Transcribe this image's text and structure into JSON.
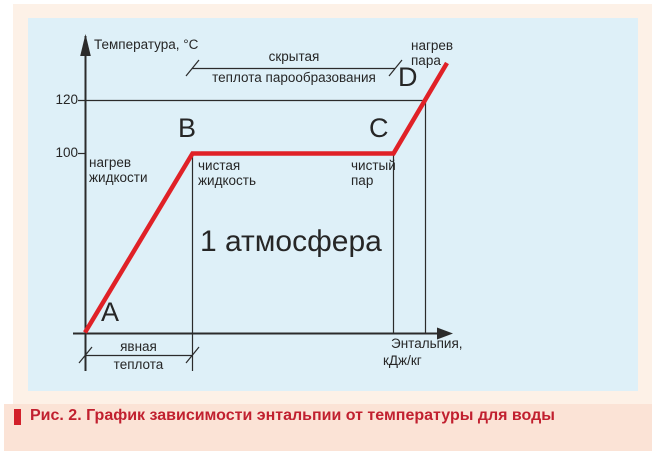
{
  "figure": {
    "caption": "Рис. 2. График зависимости энтальпии от температуры для воды"
  },
  "axes": {
    "y_title": "Температура, °С",
    "x_title_line1": "Энтальпия,",
    "x_title_line2": "кДж/кг",
    "tick_120": "120",
    "tick_100": "100"
  },
  "points": {
    "a": "A",
    "b": "B",
    "c": "C",
    "d": "D"
  },
  "labels": {
    "region": "1 атмосфера",
    "heating_liquid_l1": "нагрев",
    "heating_liquid_l2": "жидкости",
    "pure_liquid_l1": "чистая",
    "pure_liquid_l2": "жидкость",
    "pure_steam_l1": "чистый",
    "pure_steam_l2": "пар",
    "steam_heating_l1": "нагрев",
    "steam_heating_l2": "пара",
    "latent_l1": "скрытая",
    "latent_l2": "теплота парообразования",
    "sensible_l1": "явная",
    "sensible_l2": "теплота"
  },
  "colors": {
    "curve_red": "#e02127",
    "chart_panel_blue": "#def0f8",
    "outer_panel_peach": "#fdf1e7",
    "caption_band_peach": "#fbe3d6",
    "ink": "#2b2b2b",
    "caption_text_red": "#c1202f",
    "caption_bullet_red": "#d2202a"
  },
  "chart_data": {
    "type": "line",
    "title": "",
    "xlabel": "Энтальпия, кДж/кг",
    "ylabel": "Температура, °С",
    "y_ticks": [
      100,
      120
    ],
    "annotation": "1 атмосфера",
    "legend": false,
    "grid": false,
    "series": [
      {
        "name": "вода",
        "points": [
          {
            "label": "A",
            "temperature_c": null,
            "stage": "нагрев жидкости"
          },
          {
            "label": "B",
            "temperature_c": 100,
            "stage": "чистая жидкость"
          },
          {
            "label": "C",
            "temperature_c": 100,
            "stage": "чистый пар"
          },
          {
            "label": "D",
            "temperature_c": 120,
            "stage": "нагрев пара"
          }
        ]
      }
    ],
    "segment_labels": [
      {
        "from": "A",
        "to": "B",
        "label": "явная теплота"
      },
      {
        "from": "B",
        "to": "C",
        "label": "скрытая теплота парообразования"
      }
    ]
  }
}
